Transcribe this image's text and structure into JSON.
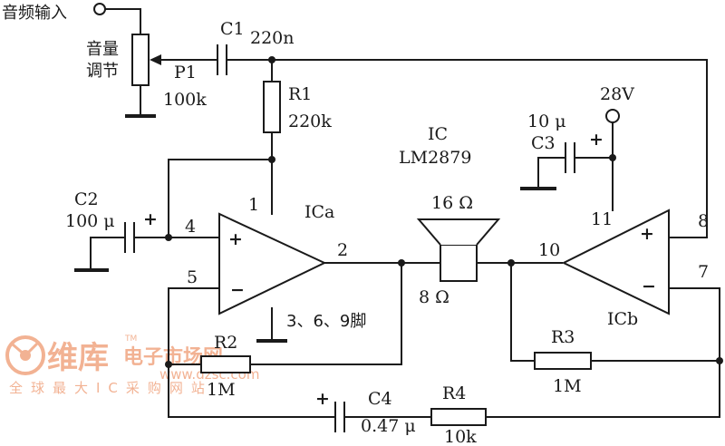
{
  "labels": {
    "audio_input": "音频输入",
    "volume_control_line1": "音量",
    "volume_control_line2": "调节",
    "p1_name": "P1",
    "p1_value": "100k",
    "c1_name": "C1",
    "c1_value": "220n",
    "r1_name": "R1",
    "r1_value": "220k",
    "c2_name": "C2",
    "c2_value": "100 μ",
    "c3_value": "10 μ",
    "c3_name": "C3",
    "supply": "28V",
    "ic_name": "IC",
    "ic_part": "LM2879",
    "speaker_top": "16 Ω",
    "speaker_bottom": "8 Ω",
    "ica": "ICa",
    "icb": "ICb",
    "ground_pins": "3、6、9脚",
    "pin_1": "1",
    "pin_2": "2",
    "pin_4": "4",
    "pin_5": "5",
    "pin_7": "7",
    "pin_8": "8",
    "pin_10": "10",
    "pin_11": "11",
    "r2_name": "R2",
    "r2_value": "1M",
    "r3_name": "R3",
    "r3_value": "1M",
    "c4_name": "C4",
    "c4_value": "0.47 μ",
    "r4_name": "R4",
    "r4_value": "10k",
    "plus": "+",
    "minus": "−"
  },
  "watermark": {
    "brand": "维库",
    "brand_cn": "电子市场网",
    "url": "www.dzsc.com",
    "slogan": "全球最大IC采购网站",
    "tm": "TM",
    "color": "#e8743b"
  }
}
